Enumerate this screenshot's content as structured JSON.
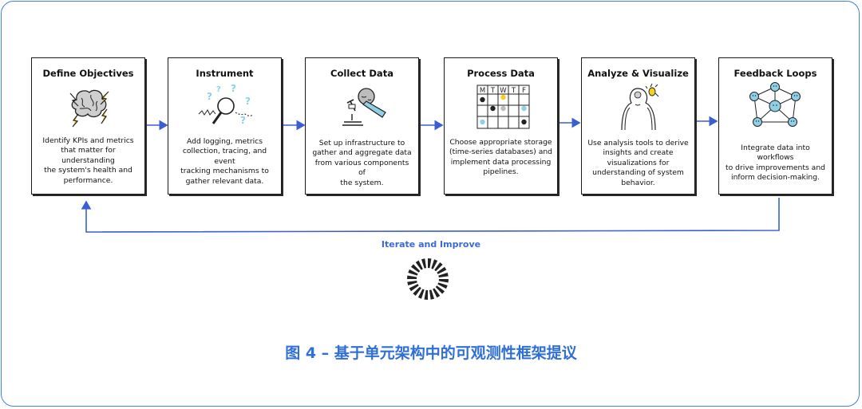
{
  "cards": [
    {
      "title": "Define Objectives",
      "desc": [
        "Identify KPIs and metrics",
        "that matter for understanding",
        "the system's health and",
        "performance."
      ]
    },
    {
      "title": "Instrument",
      "desc": [
        "Add logging, metrics",
        "collection, tracing, and event",
        "tracking mechanisms to",
        "gather relevant data."
      ]
    },
    {
      "title": "Collect Data",
      "desc": [
        "Set up infrastructure to",
        "gather and aggregate data",
        "from various components of",
        "the system."
      ]
    },
    {
      "title": "Process Data",
      "desc": [
        "Choose appropriate storage",
        "(time-series databases) and",
        "implement data processing",
        "pipelines."
      ]
    },
    {
      "title": "Analyze & Visualize",
      "desc": [
        "Use analysis tools to derive",
        "insights and create",
        "visualizations for",
        "understanding of system",
        "behavior."
      ]
    },
    {
      "title": "Feedback Loops",
      "desc": [
        "Integrate data into workflows",
        "to drive improvements and",
        "inform decision-making."
      ]
    }
  ],
  "calendar_headers": [
    "M",
    "T",
    "W",
    "T",
    "F"
  ],
  "loop_label": "Iterate and Improve",
  "caption": "图 4 – 基于单元架构中的可观测性框架提议",
  "colors": {
    "frame": "#3f7fe8",
    "arrow": "#3a5fd0",
    "caption": "#2f6fd6",
    "accent_blue": "#8fd0e6",
    "accent_yellow": "#f5d020"
  }
}
